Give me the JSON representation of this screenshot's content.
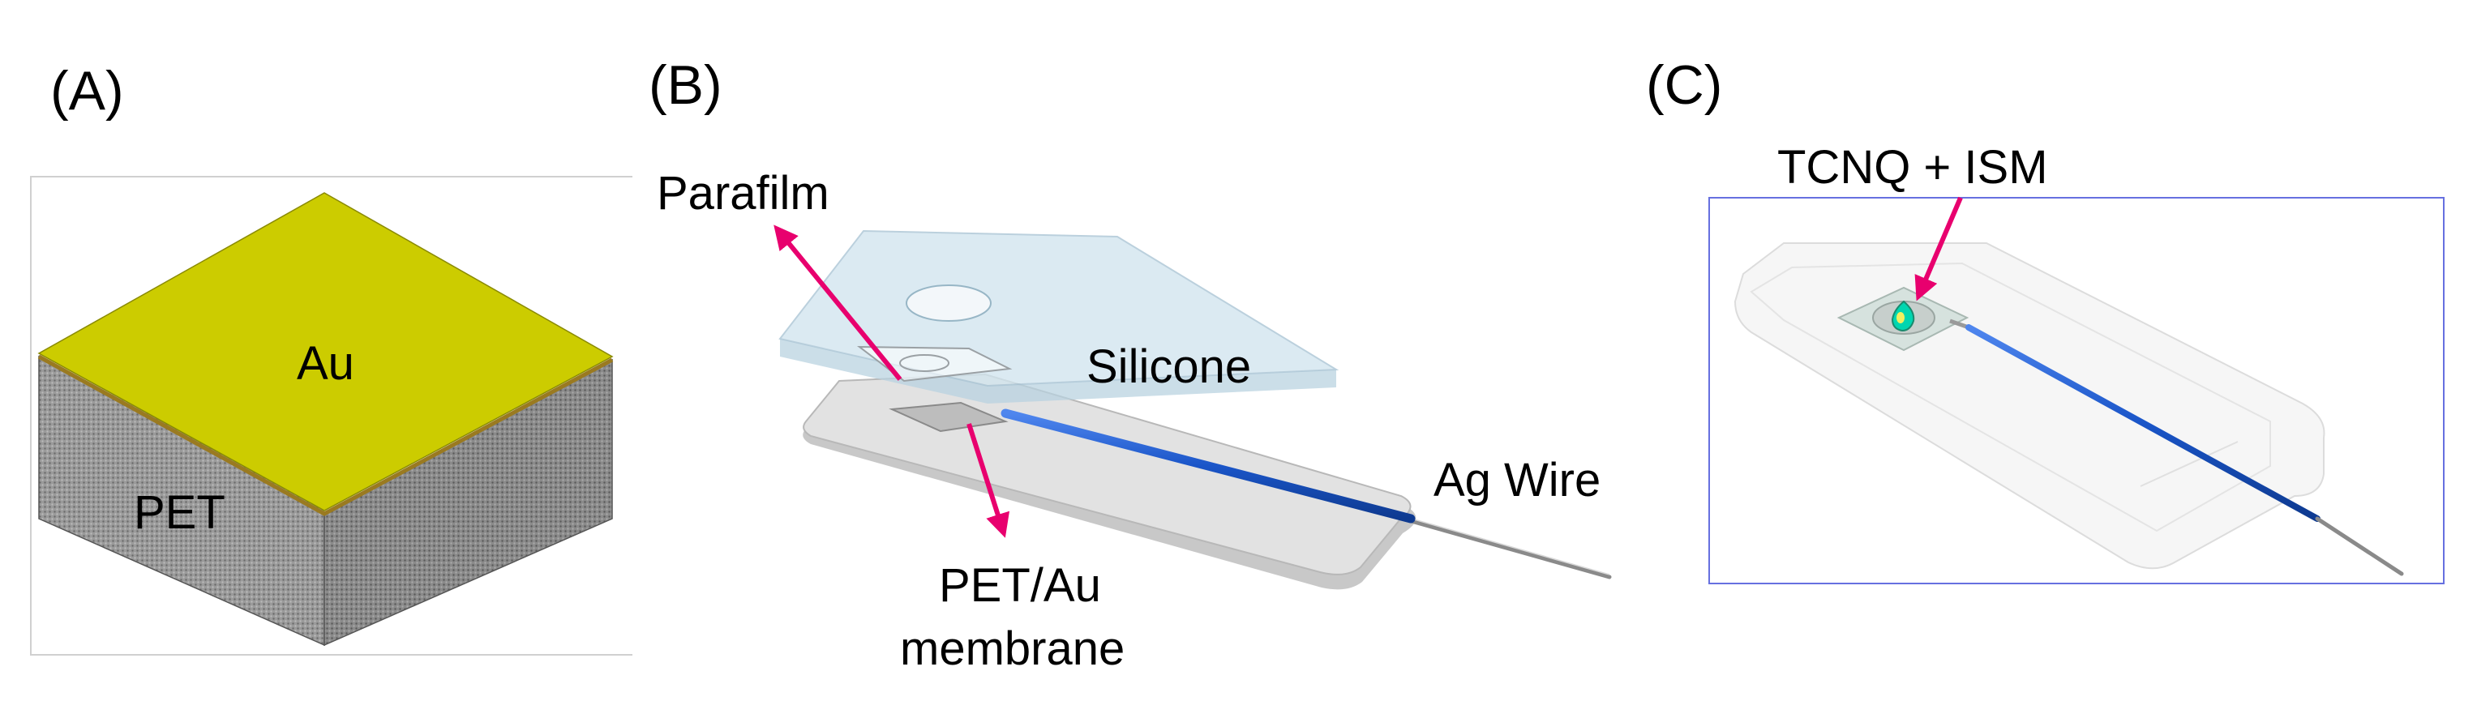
{
  "panels": {
    "a": {
      "label": "(A)",
      "au": "Au",
      "pet": "PET"
    },
    "b": {
      "label": "(B)",
      "parafilm": "Parafilm",
      "silicone": "Silicone",
      "ag_wire": "Ag Wire",
      "pet_au_line1": "PET/Au",
      "pet_au_line2": "membrane"
    },
    "c": {
      "label": "(C)",
      "tcnq": "TCNQ + ISM"
    }
  },
  "colors": {
    "gold": "#cccc00",
    "pet_gray": "#8c8c8c",
    "arrow": "#e8006e",
    "wire_blue": "#1a55c8",
    "silicone": "#d2e4ee",
    "frame": "#6670e0",
    "drop": "#00d6b0"
  }
}
